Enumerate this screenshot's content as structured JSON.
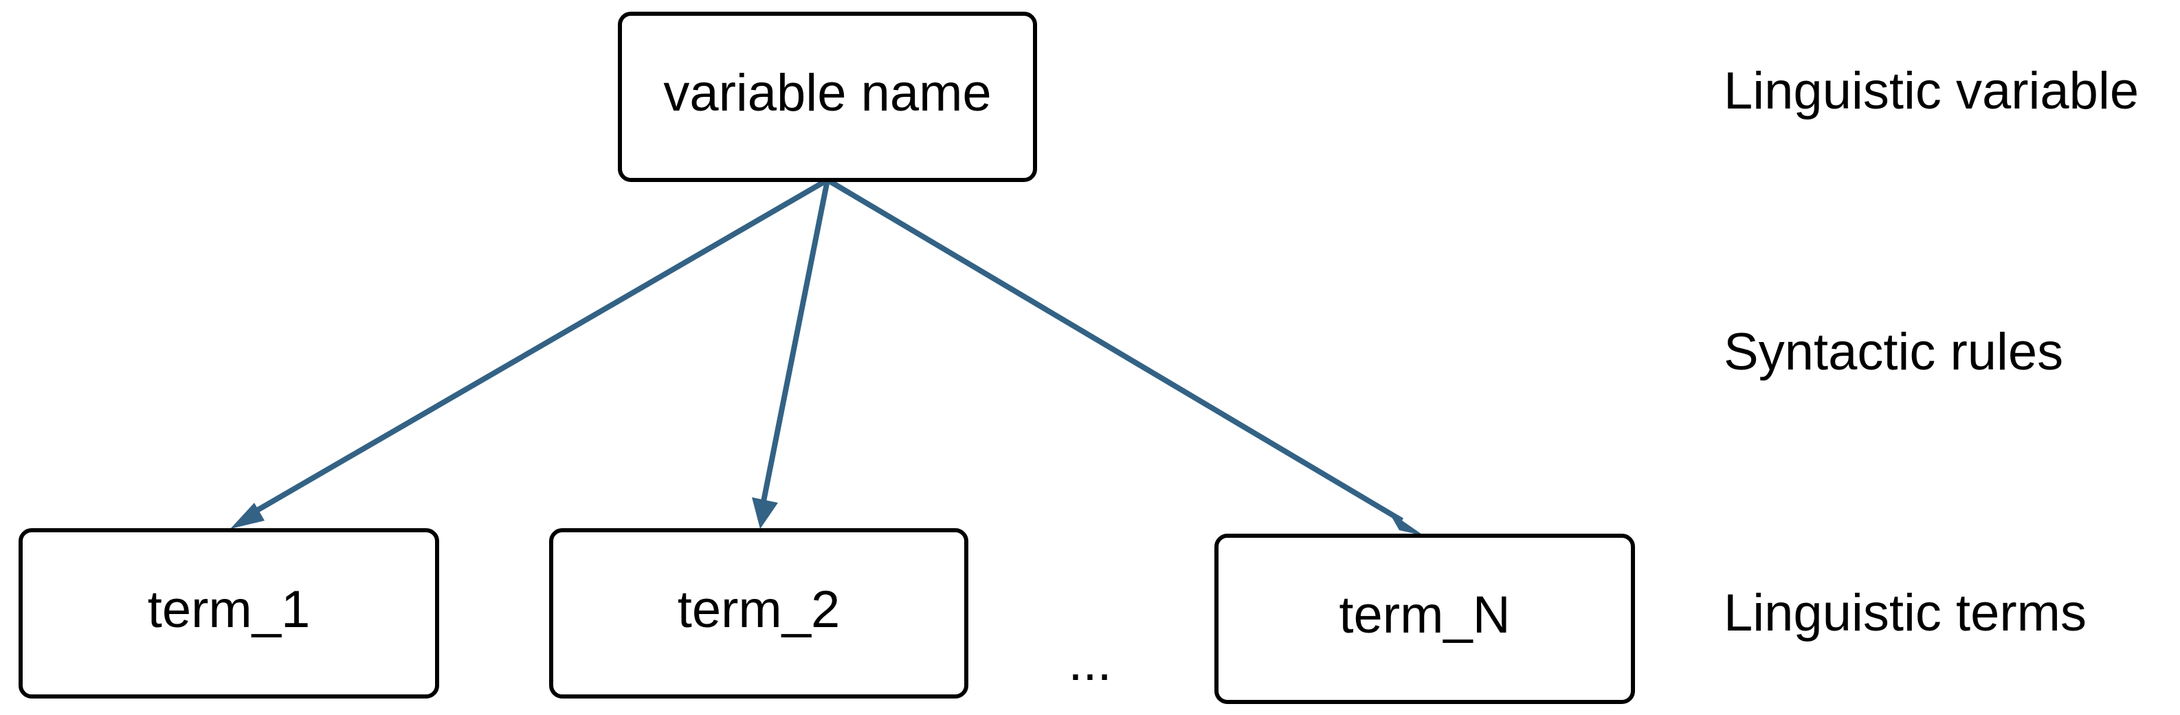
{
  "diagram": {
    "nodes": {
      "root": "variable name",
      "term1": "term_1",
      "term2": "term_2",
      "termN": "term_N",
      "ellipsis": "..."
    },
    "levels": {
      "top": "Linguistic variable",
      "middle": "Syntactic rules",
      "bottom": "Linguistic terms"
    },
    "edges": [
      {
        "from": "variable name",
        "to": "term_1"
      },
      {
        "from": "variable name",
        "to": "term_2"
      },
      {
        "from": "variable name",
        "to": "term_N"
      }
    ],
    "colors": {
      "edge": "#336285",
      "border": "#000000",
      "background": "#ffffff"
    }
  }
}
